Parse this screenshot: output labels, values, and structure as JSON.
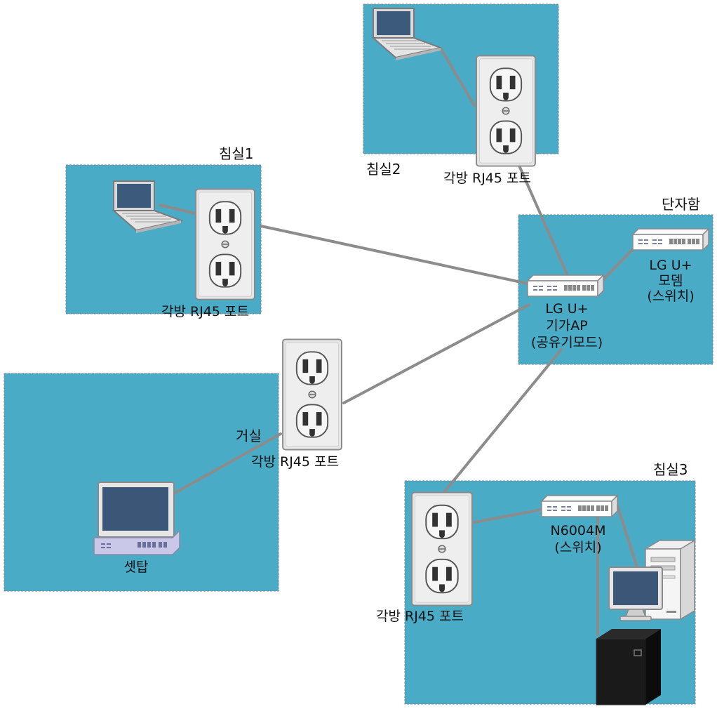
{
  "rooms": {
    "bedroom1": "침실1",
    "bedroom2": "침실2",
    "bedroom3": "침실3",
    "living": "거실",
    "panel": "단자함"
  },
  "labels": {
    "port_bedroom1": "각방 RJ45 포트",
    "port_bedroom2": "각방 RJ45 포트",
    "port_living": "각방 RJ45 포트",
    "port_bedroom3": "각방 RJ45 포트",
    "ap": [
      "LG U+",
      "기가AP",
      "(공유기모드)"
    ],
    "modem": [
      "LG U+",
      "모뎀",
      "(스위치)"
    ],
    "switch": [
      "N6004M",
      "(스위치)"
    ],
    "settop": "셋탑"
  },
  "colors": {
    "room_fill": "#4aabc6",
    "cable": "#8c8c8c",
    "room_border": "#6e8e9a"
  }
}
